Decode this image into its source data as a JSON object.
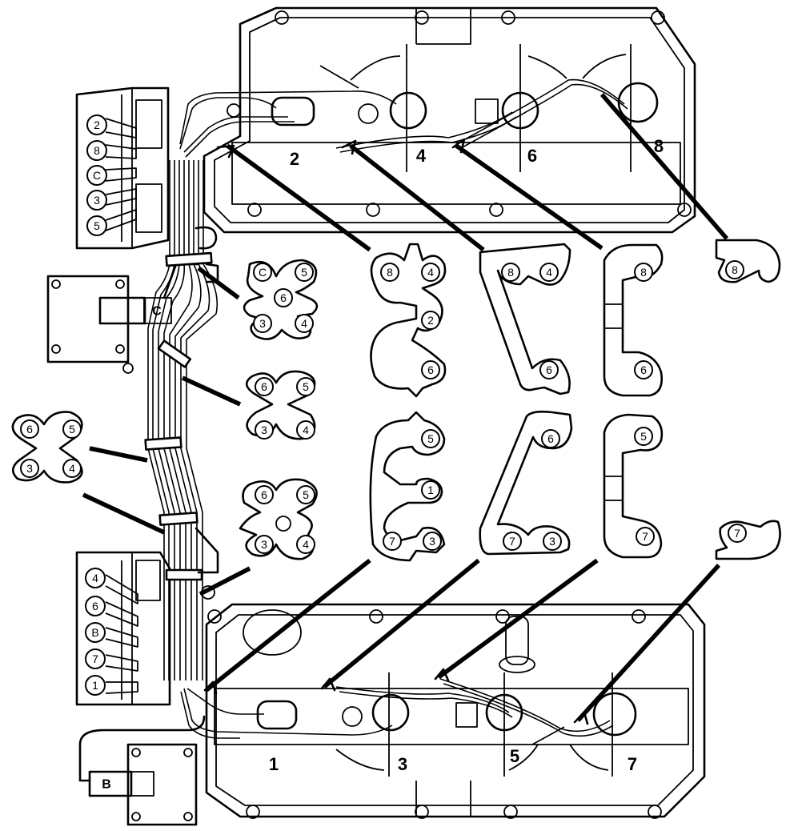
{
  "cylinders": {
    "top_row": [
      "2",
      "4",
      "6",
      "8"
    ],
    "bottom_row": [
      "1",
      "3",
      "5",
      "7"
    ]
  },
  "coil_top": {
    "terminals": [
      "2",
      "8",
      "C",
      "3",
      "5"
    ],
    "coil_label": "C"
  },
  "coil_bottom": {
    "terminals": [
      "4",
      "6",
      "B",
      "7",
      "1"
    ],
    "coil_label": "B"
  },
  "separator_left_detached": [
    "6",
    "5",
    "3",
    "4"
  ],
  "separator_center_1": [
    "C",
    "5",
    "6",
    "3",
    "4"
  ],
  "separator_center_2": [
    "6",
    "5",
    "3",
    "4"
  ],
  "separator_center_3": [
    "6",
    "5",
    "3",
    "4"
  ],
  "clamp_upper_1": [
    "8",
    "4",
    "2",
    "6"
  ],
  "clamp_upper_2": [
    "8",
    "4",
    "6"
  ],
  "clamp_upper_3": [
    "8",
    "6"
  ],
  "clamp_upper_4": [
    "8"
  ],
  "clamp_lower_1": [
    "5",
    "1",
    "7",
    "3"
  ],
  "clamp_lower_2": [
    "6",
    "7",
    "3"
  ],
  "clamp_lower_3": [
    "5",
    "7"
  ],
  "clamp_lower_4": [
    "7"
  ]
}
